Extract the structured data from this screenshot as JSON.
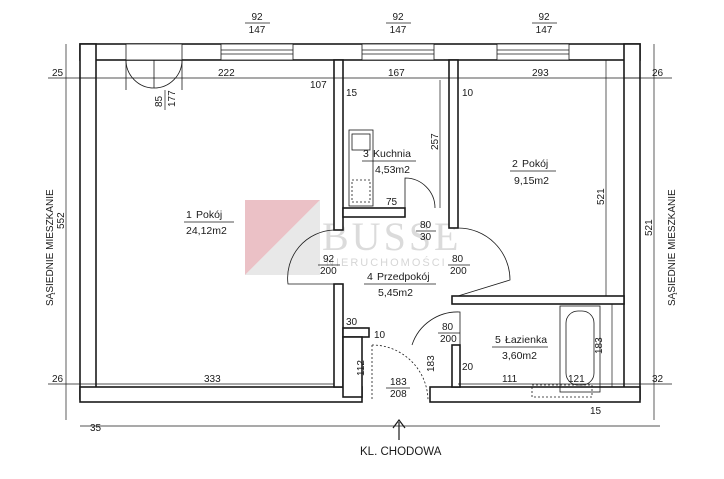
{
  "rooms": [
    {
      "number": "1",
      "name": "Pokój",
      "area": "24,12m2"
    },
    {
      "number": "2",
      "name": "Pokój",
      "area": "9,15m2"
    },
    {
      "number": "3",
      "name": "Kuchnia",
      "area": "4,53m2"
    },
    {
      "number": "4",
      "name": "Przedpokój",
      "area": "5,45m2"
    },
    {
      "number": "5",
      "name": "Łazienka",
      "area": "3,60m2"
    }
  ],
  "windows": [
    {
      "width": "92",
      "height": "147"
    },
    {
      "width": "92",
      "height": "147"
    },
    {
      "width": "92",
      "height": "147"
    }
  ],
  "top_dims": {
    "wall_left": "25",
    "room1": "222",
    "gap": "107",
    "kitchen": "167",
    "room2": "293",
    "wall_right": "26"
  },
  "balcony_door": {
    "width": "85",
    "height": "177"
  },
  "interior_dims": {
    "partition_left": "15",
    "partition_right": "10",
    "kitchen_depth": "257",
    "kitchen_door": "75",
    "kitchen_opening_w": "80",
    "kitchen_opening_h": "30",
    "room1_door_w": "92",
    "room1_door_h": "200",
    "room2_door_w": "80",
    "room2_door_h": "200",
    "room2_depth": "521",
    "hall_wall": "30",
    "hall_offset": "10",
    "bath_door_w": "80",
    "bath_door_h": "200",
    "bath_depth": "183",
    "entry_side_left": "112",
    "entry_side_right": "183",
    "entry_w": "183",
    "entry_h": "208",
    "bath_wall": "20",
    "bath_w": "111",
    "tub": "121",
    "bath_bottom": "15"
  },
  "side_dims": {
    "left": "552",
    "right": "521",
    "room1_bottom": "333",
    "wall_bl": "26",
    "wall_br": "32",
    "corner": "35"
  },
  "neighbor_left": "SĄSIEDNIE MIESZKANIE",
  "neighbor_right": "SĄSIEDNIE MIESZKANIE",
  "entrance": "KL. CHODOWA",
  "watermark": {
    "brand": "BUSSE",
    "tagline": "NIERUCHOMOŚCI"
  },
  "colors": {
    "ink": "#1a1a1a",
    "watermark_red": "#e0a3ab",
    "watermark_gray": "#c9c9c9"
  }
}
